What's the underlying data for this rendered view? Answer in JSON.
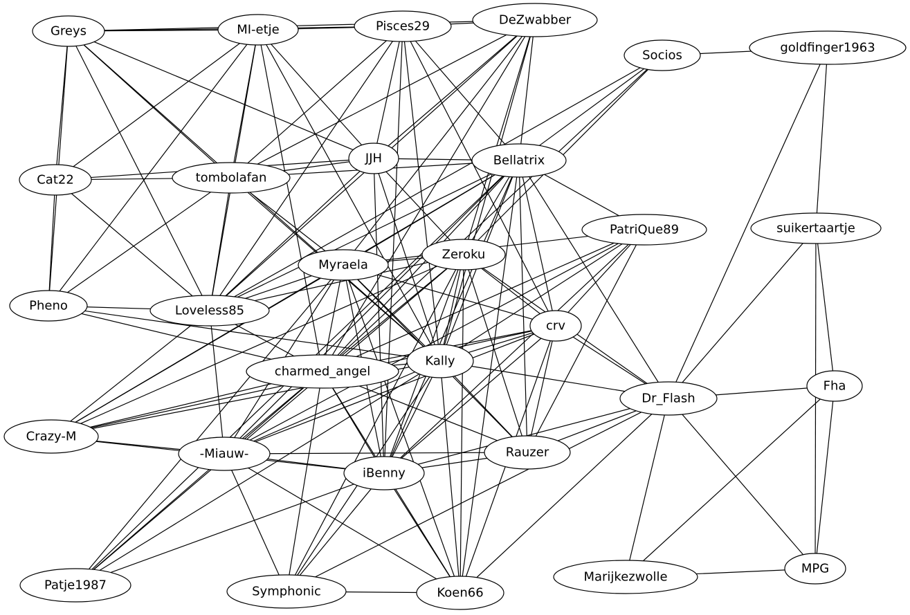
{
  "nodes": [
    {
      "id": "Greys",
      "label": "Greys"
    },
    {
      "id": "MI-etje",
      "label": "MI-etje"
    },
    {
      "id": "Pisces29",
      "label": "Pisces29"
    },
    {
      "id": "DeZwabber",
      "label": "DeZwabber"
    },
    {
      "id": "Socios",
      "label": "Socios"
    },
    {
      "id": "goldfinger1963",
      "label": "goldfinger1963"
    },
    {
      "id": "Cat22",
      "label": "Cat22"
    },
    {
      "id": "tombolafan",
      "label": "tombolafan"
    },
    {
      "id": "JJH",
      "label": "JJH"
    },
    {
      "id": "Bellatrix",
      "label": "Bellatrix"
    },
    {
      "id": "suikertaartje",
      "label": "suikertaartje"
    },
    {
      "id": "PatriQue89",
      "label": "PatriQue89"
    },
    {
      "id": "Zeroku",
      "label": "Zeroku"
    },
    {
      "id": "Myraela",
      "label": "Myraela"
    },
    {
      "id": "Pheno",
      "label": "Pheno"
    },
    {
      "id": "Loveless85",
      "label": "Loveless85"
    },
    {
      "id": "crv",
      "label": "crv"
    },
    {
      "id": "charmed_angel",
      "label": "charmed_angel"
    },
    {
      "id": "Kally",
      "label": "Kally"
    },
    {
      "id": "Dr_Flash",
      "label": "Dr_Flash"
    },
    {
      "id": "Fha",
      "label": "Fha"
    },
    {
      "id": "Crazy-M",
      "label": "Crazy-M"
    },
    {
      "id": "-Miauw-",
      "label": "-Miauw-"
    },
    {
      "id": "Rauzer",
      "label": "Rauzer"
    },
    {
      "id": "iBenny",
      "label": "iBenny"
    },
    {
      "id": "Patje1987",
      "label": "Patje1987"
    },
    {
      "id": "Symphonic",
      "label": "Symphonic"
    },
    {
      "id": "Koen66",
      "label": "Koen66"
    },
    {
      "id": "Marijkezwolle",
      "label": "Marijkezwolle"
    },
    {
      "id": "MPG",
      "label": "MPG"
    }
  ],
  "edges": [
    [
      "Greys",
      "MI-etje"
    ],
    [
      "Greys",
      "Pisces29"
    ],
    [
      "Greys",
      "DeZwabber"
    ],
    [
      "Greys",
      "Cat22"
    ],
    [
      "Greys",
      "tombolafan"
    ],
    [
      "Greys",
      "JJH"
    ],
    [
      "Greys",
      "Pheno"
    ],
    [
      "Greys",
      "Loveless85"
    ],
    [
      "Greys",
      "Kally"
    ],
    [
      "MI-etje",
      "Pisces29"
    ],
    [
      "MI-etje",
      "Cat22"
    ],
    [
      "MI-etje",
      "tombolafan"
    ],
    [
      "MI-etje",
      "JJH"
    ],
    [
      "MI-etje",
      "Pheno"
    ],
    [
      "MI-etje",
      "Loveless85"
    ],
    [
      "MI-etje",
      "Kally"
    ],
    [
      "MI-etje",
      "charmed_angel"
    ],
    [
      "Pisces29",
      "DeZwabber"
    ],
    [
      "Pisces29",
      "JJH"
    ],
    [
      "Pisces29",
      "Bellatrix"
    ],
    [
      "Pisces29",
      "Kally"
    ],
    [
      "Pisces29",
      "Loveless85"
    ],
    [
      "Pisces29",
      "iBenny"
    ],
    [
      "Pisces29",
      "tombolafan"
    ],
    [
      "Pisces29",
      "crv"
    ],
    [
      "DeZwabber",
      "tombolafan"
    ],
    [
      "DeZwabber",
      "Bellatrix"
    ],
    [
      "DeZwabber",
      "JJH"
    ],
    [
      "DeZwabber",
      "Zeroku"
    ],
    [
      "DeZwabber",
      "Kally"
    ],
    [
      "DeZwabber",
      "charmed_angel"
    ],
    [
      "DeZwabber",
      "Loveless85"
    ],
    [
      "DeZwabber",
      "Myraela"
    ],
    [
      "Socios",
      "goldfinger1963"
    ],
    [
      "Socios",
      "Bellatrix"
    ],
    [
      "Socios",
      "Loveless85"
    ],
    [
      "Socios",
      "Zeroku"
    ],
    [
      "Socios",
      "charmed_angel"
    ],
    [
      "goldfinger1963",
      "suikertaartje"
    ],
    [
      "goldfinger1963",
      "Dr_Flash"
    ],
    [
      "Cat22",
      "tombolafan"
    ],
    [
      "Cat22",
      "JJH"
    ],
    [
      "Cat22",
      "Pheno"
    ],
    [
      "Cat22",
      "Loveless85"
    ],
    [
      "tombolafan",
      "JJH"
    ],
    [
      "tombolafan",
      "Bellatrix"
    ],
    [
      "tombolafan",
      "Pheno"
    ],
    [
      "tombolafan",
      "Loveless85"
    ],
    [
      "tombolafan",
      "Myraela"
    ],
    [
      "tombolafan",
      "Kally"
    ],
    [
      "JJH",
      "Bellatrix"
    ],
    [
      "JJH",
      "Zeroku"
    ],
    [
      "JJH",
      "Loveless85"
    ],
    [
      "JJH",
      "iBenny"
    ],
    [
      "JJH",
      "Kally"
    ],
    [
      "Bellatrix",
      "PatriQue89"
    ],
    [
      "Bellatrix",
      "Zeroku"
    ],
    [
      "Bellatrix",
      "Myraela"
    ],
    [
      "Bellatrix",
      "crv"
    ],
    [
      "Bellatrix",
      "charmed_angel"
    ],
    [
      "Bellatrix",
      "Kally"
    ],
    [
      "Bellatrix",
      "Dr_Flash"
    ],
    [
      "Bellatrix",
      "Rauzer"
    ],
    [
      "Bellatrix",
      "iBenny"
    ],
    [
      "Bellatrix",
      "Koen66"
    ],
    [
      "Bellatrix",
      "-Miauw-"
    ],
    [
      "Bellatrix",
      "Crazy-M"
    ],
    [
      "Bellatrix",
      "Loveless85"
    ],
    [
      "suikertaartje",
      "Dr_Flash"
    ],
    [
      "suikertaartje",
      "Fha"
    ],
    [
      "suikertaartje",
      "MPG"
    ],
    [
      "PatriQue89",
      "Myraela"
    ],
    [
      "PatriQue89",
      "Kally"
    ],
    [
      "PatriQue89",
      "crv"
    ],
    [
      "PatriQue89",
      "charmed_angel"
    ],
    [
      "PatriQue89",
      "iBenny"
    ],
    [
      "PatriQue89",
      "Rauzer"
    ],
    [
      "PatriQue89",
      "-Miauw-"
    ],
    [
      "Zeroku",
      "Myraela"
    ],
    [
      "Zeroku",
      "crv"
    ],
    [
      "Zeroku",
      "Kally"
    ],
    [
      "Zeroku",
      "charmed_angel"
    ],
    [
      "Zeroku",
      "iBenny"
    ],
    [
      "Zeroku",
      "Rauzer"
    ],
    [
      "Zeroku",
      "Koen66"
    ],
    [
      "Zeroku",
      "Dr_Flash"
    ],
    [
      "Zeroku",
      "Crazy-M"
    ],
    [
      "Zeroku",
      "Loveless85"
    ],
    [
      "Zeroku",
      "Symphonic"
    ],
    [
      "Myraela",
      "Kally"
    ],
    [
      "Myraela",
      "iBenny"
    ],
    [
      "Myraela",
      "crv"
    ],
    [
      "Myraela",
      "charmed_angel"
    ],
    [
      "Myraela",
      "-Miauw-"
    ],
    [
      "Myraela",
      "Koen66"
    ],
    [
      "Myraela",
      "Loveless85"
    ],
    [
      "Myraela",
      "Rauzer"
    ],
    [
      "Myraela",
      "Crazy-M"
    ],
    [
      "Pheno",
      "Loveless85"
    ],
    [
      "Pheno",
      "Kally"
    ],
    [
      "Pheno",
      "charmed_angel"
    ],
    [
      "Loveless85",
      "charmed_angel"
    ],
    [
      "Loveless85",
      "Crazy-M"
    ],
    [
      "Loveless85",
      "-Miauw-"
    ],
    [
      "crv",
      "Kally"
    ],
    [
      "crv",
      "charmed_angel"
    ],
    [
      "crv",
      "Dr_Flash"
    ],
    [
      "crv",
      "iBenny"
    ],
    [
      "crv",
      "Rauzer"
    ],
    [
      "crv",
      "Koen66"
    ],
    [
      "crv",
      "Crazy-M"
    ],
    [
      "crv",
      "-Miauw-"
    ],
    [
      "charmed_angel",
      "Kally"
    ],
    [
      "charmed_angel",
      "-Miauw-"
    ],
    [
      "charmed_angel",
      "iBenny"
    ],
    [
      "charmed_angel",
      "Rauzer"
    ],
    [
      "charmed_angel",
      "Koen66"
    ],
    [
      "charmed_angel",
      "Symphonic"
    ],
    [
      "charmed_angel",
      "Crazy-M"
    ],
    [
      "charmed_angel",
      "Patje1987"
    ],
    [
      "Kally",
      "Dr_Flash"
    ],
    [
      "Kally",
      "iBenny"
    ],
    [
      "Kally",
      "Rauzer"
    ],
    [
      "Kally",
      "Koen66"
    ],
    [
      "Kally",
      "-Miauw-"
    ],
    [
      "Kally",
      "Crazy-M"
    ],
    [
      "Kally",
      "Patje1987"
    ],
    [
      "Kally",
      "Symphonic"
    ],
    [
      "Dr_Flash",
      "Fha"
    ],
    [
      "Dr_Flash",
      "Rauzer"
    ],
    [
      "Dr_Flash",
      "iBenny"
    ],
    [
      "Dr_Flash",
      "Marijkezwolle"
    ],
    [
      "Dr_Flash",
      "MPG"
    ],
    [
      "Dr_Flash",
      "Koen66"
    ],
    [
      "Dr_Flash",
      "Symphonic"
    ],
    [
      "Fha",
      "MPG"
    ],
    [
      "Fha",
      "Marijkezwolle"
    ],
    [
      "Crazy-M",
      "-Miauw-"
    ],
    [
      "Crazy-M",
      "iBenny"
    ],
    [
      "-Miauw-",
      "iBenny"
    ],
    [
      "-Miauw-",
      "Rauzer"
    ],
    [
      "-Miauw-",
      "Koen66"
    ],
    [
      "-Miauw-",
      "Symphonic"
    ],
    [
      "Rauzer",
      "iBenny"
    ],
    [
      "iBenny",
      "Koen66"
    ],
    [
      "iBenny",
      "Symphonic"
    ],
    [
      "iBenny",
      "Patje1987"
    ],
    [
      "Symphonic",
      "Koen66"
    ],
    [
      "Marijkezwolle",
      "MPG"
    ],
    [
      "Patje1987",
      "Myraela"
    ],
    [
      "Patje1987",
      "Bellatrix"
    ],
    [
      "Patje1987",
      "Zeroku"
    ]
  ]
}
